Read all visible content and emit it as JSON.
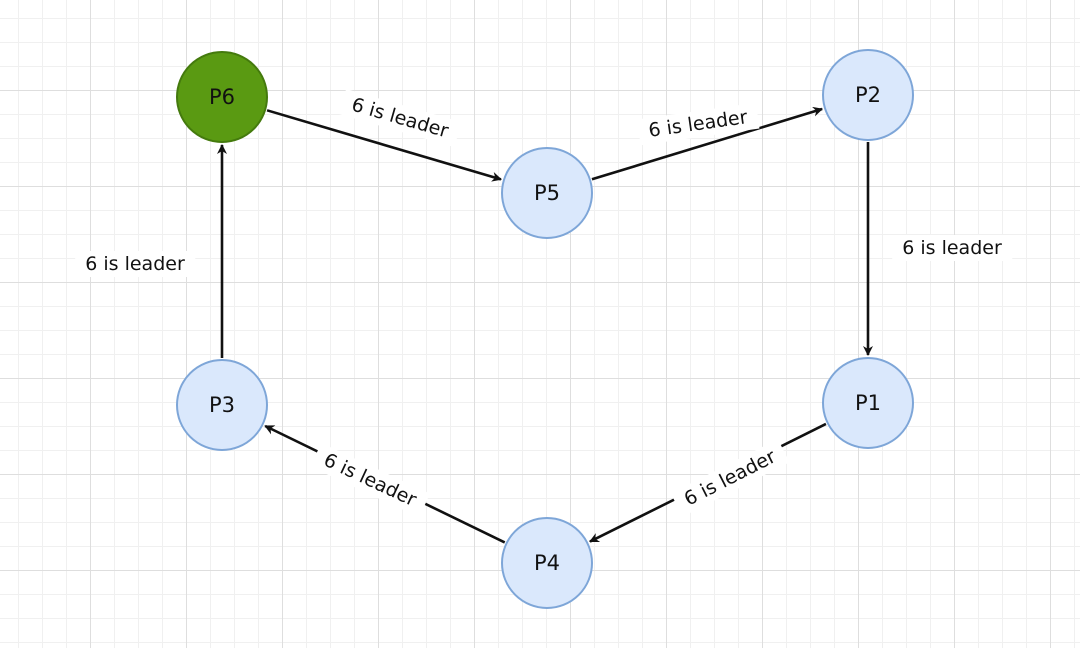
{
  "colors": {
    "node_fill": "#dae8fc",
    "node_border": "#7ea6d8",
    "leader_fill": "#5a9a12",
    "leader_border": "#447a0d",
    "edge": "#111111"
  },
  "nodes": [
    {
      "id": "P6",
      "label": "P6",
      "leader": true
    },
    {
      "id": "P5",
      "label": "P5",
      "leader": false
    },
    {
      "id": "P2",
      "label": "P2",
      "leader": false
    },
    {
      "id": "P1",
      "label": "P1",
      "leader": false
    },
    {
      "id": "P4",
      "label": "P4",
      "leader": false
    },
    {
      "id": "P3",
      "label": "P3",
      "leader": false
    }
  ],
  "edges": [
    {
      "from": "P6",
      "to": "P5",
      "label": "6 is leader"
    },
    {
      "from": "P5",
      "to": "P2",
      "label": "6 is leader"
    },
    {
      "from": "P2",
      "to": "P1",
      "label": "6 is leader"
    },
    {
      "from": "P1",
      "to": "P4",
      "label": "6 is leader"
    },
    {
      "from": "P4",
      "to": "P3",
      "label": "6 is leader"
    },
    {
      "from": "P3",
      "to": "P6",
      "label": "6 is leader"
    }
  ]
}
